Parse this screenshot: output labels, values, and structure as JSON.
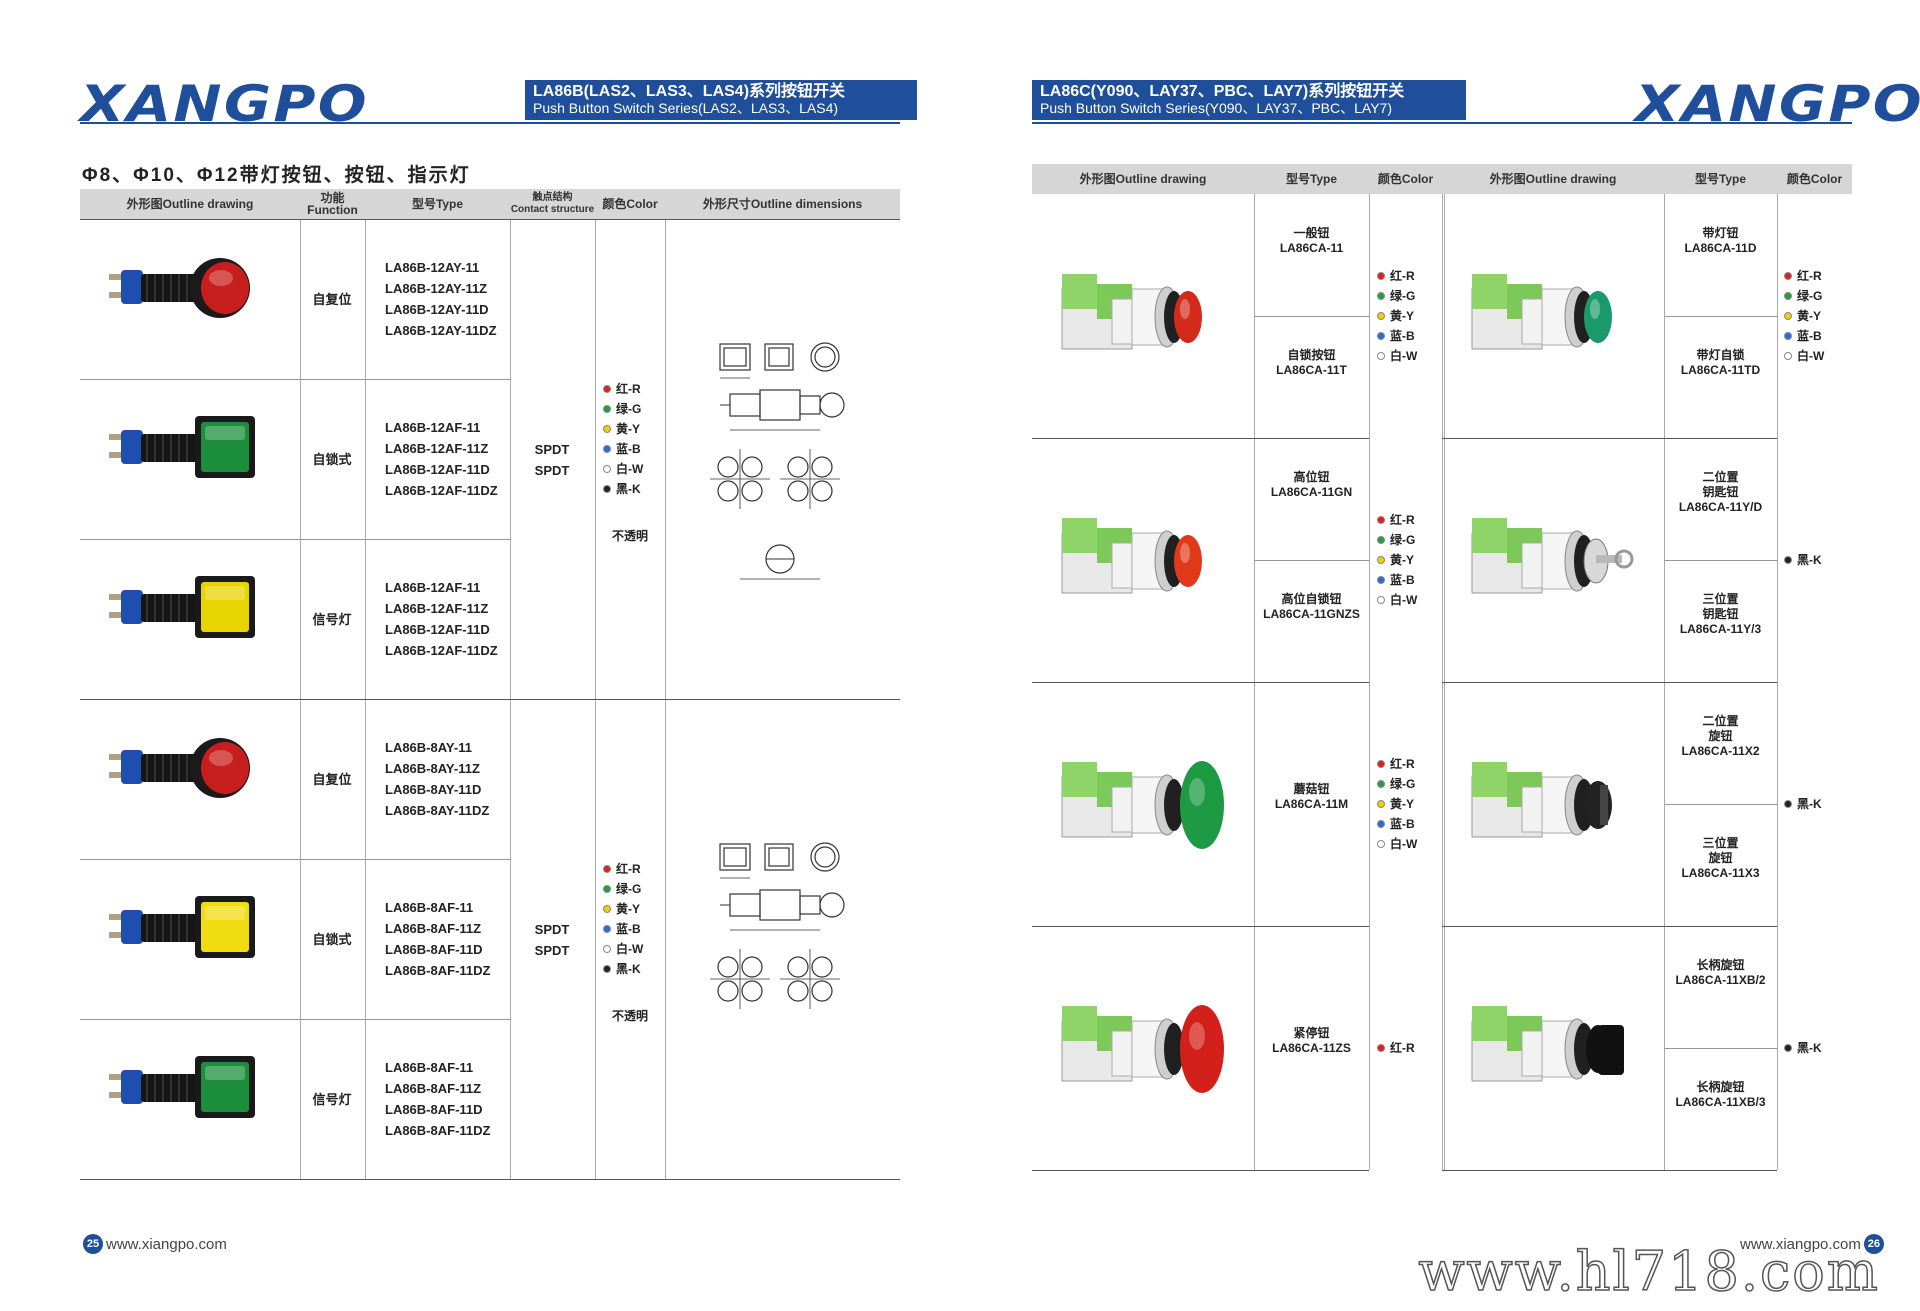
{
  "left": {
    "logo": "XANGPO",
    "banner_cn": "LA86B(LAS2、LAS3、LAS4)系列按钮开关",
    "banner_en": "Push Button Switch Series(LAS2、LAS3、LAS4)",
    "section_title": "Φ8、Φ10、Φ12带灯按钮、按钮、指示灯",
    "headers": {
      "outline": "外形图Outline drawing",
      "function": "功能\nFunction",
      "type": "型号Type",
      "contact": "触点结构\nContact structure",
      "color": "颜色Color",
      "dimensions": "外形尺寸Outline dimensions"
    },
    "rows": [
      {
        "function": "自复位",
        "types": [
          "LA86B-12AY-11",
          "LA86B-12AY-11Z",
          "LA86B-12AY-11D",
          "LA86B-12AY-11DZ"
        ]
      },
      {
        "function": "自锁式",
        "types": [
          "LA86B-12AF-11",
          "LA86B-12AF-11Z",
          "LA86B-12AF-11D",
          "LA86B-12AF-11DZ"
        ]
      },
      {
        "function": "信号灯",
        "types": [
          "LA86B-12AF-11",
          "LA86B-12AF-11Z",
          "LA86B-12AF-11D",
          "LA86B-12AF-11DZ"
        ]
      },
      {
        "function": "自复位",
        "types": [
          "LA86B-8AY-11",
          "LA86B-8AY-11Z",
          "LA86B-8AY-11D",
          "LA86B-8AY-11DZ"
        ]
      },
      {
        "function": "自锁式",
        "types": [
          "LA86B-8AF-11",
          "LA86B-8AF-11Z",
          "LA86B-8AF-11D",
          "LA86B-8AF-11DZ"
        ]
      },
      {
        "function": "信号灯",
        "types": [
          "LA86B-8AF-11",
          "LA86B-8AF-11Z",
          "LA86B-8AF-11D",
          "LA86B-8AF-11DZ"
        ]
      }
    ],
    "group_contacts": [
      [
        "SPDT",
        "SPDT"
      ],
      [
        "SPDT",
        "SPDT"
      ]
    ],
    "group_colors": [
      [
        "红-R",
        "绿-G",
        "黄-Y",
        "蓝-B",
        "白-W",
        "黑-K"
      ],
      [
        "红-R",
        "绿-G",
        "黄-Y",
        "蓝-B",
        "白-W",
        "黑-K"
      ]
    ],
    "opaque_label": "不透明",
    "footer_page": "25",
    "footer_url": "www.xiangpo.com",
    "product_colors": [
      "#c81e1e",
      "#1d8f3c",
      "#e8d400",
      "#c81e1e",
      "#f0dc10",
      "#1d8f3c"
    ]
  },
  "right": {
    "logo": "XANGPO",
    "banner_cn": "LA86C(Y090、LAY37、PBC、LAY7)系列按钮开关",
    "banner_en": "Push Button Switch Series(Y090、LAY37、PBC、LAY7)",
    "headers": {
      "outline": "外形图Outline drawing",
      "type": "型号Type",
      "color": "颜色Color"
    },
    "left_rows": [
      {
        "types": [
          [
            "一般钮",
            "LA86CA-11"
          ],
          [
            "自锁按钮",
            "LA86CA-11T"
          ]
        ],
        "colors": [
          "红-R",
          "绿-G",
          "黄-Y",
          "蓝-B",
          "白-W"
        ],
        "cap": "#d42a1a"
      },
      {
        "types": [
          [
            "高位钮",
            "LA86CA-11GN"
          ],
          [
            "高位自锁钮",
            "LA86CA-11GNZS"
          ]
        ],
        "colors": [
          "红-R",
          "绿-G",
          "黄-Y",
          "蓝-B",
          "白-W"
        ],
        "cap": "#e03a1a"
      },
      {
        "types": [
          [
            "蘑菇钮",
            "LA86CA-11M"
          ]
        ],
        "colors": [
          "红-R",
          "绿-G",
          "黄-Y",
          "蓝-B",
          "白-W"
        ],
        "cap": "#1f9a44"
      },
      {
        "types": [
          [
            "紧停钮",
            "LA86CA-11ZS"
          ]
        ],
        "colors": [
          "红-R"
        ],
        "cap": "#d4201a"
      }
    ],
    "right_rows": [
      {
        "types": [
          [
            "带灯钮",
            "LA86CA-11D"
          ],
          [
            "带灯自锁",
            "LA86CA-11TD"
          ]
        ],
        "colors": [
          "红-R",
          "绿-G",
          "黄-Y",
          "蓝-B",
          "白-W"
        ],
        "cap": "#1a9a6a"
      },
      {
        "types": [
          [
            "二位置",
            "钥匙钮",
            "LA86CA-11Y/D"
          ],
          [
            "三位置",
            "钥匙钮",
            "LA86CA-11Y/3"
          ]
        ],
        "colors": [
          "黑-K"
        ],
        "cap": "#222222"
      },
      {
        "types": [
          [
            "二位置",
            "旋钮",
            "LA86CA-11X2"
          ],
          [
            "三位置",
            "旋钮",
            "LA86CA-11X3"
          ]
        ],
        "colors": [
          "黑-K"
        ],
        "cap": "#222222"
      },
      {
        "types": [
          [
            "长柄旋钮",
            "LA86CA-11XB/2"
          ],
          [
            "长柄旋钮",
            "LA86CA-11XB/3"
          ]
        ],
        "colors": [
          "黑-K"
        ],
        "cap": "#111111"
      }
    ],
    "footer_url": "www.xiangpo.com",
    "footer_page": "26"
  },
  "watermark": "www.hl718.com",
  "palette": {
    "brand": "#1f4e9a",
    "header_bg": "#d6d6d6",
    "dot_colors": {
      "红-R": "#e02020",
      "绿-G": "#22a040",
      "黄-Y": "#f0d000",
      "蓝-B": "#2a6ad8",
      "白-W": "#ffffff",
      "黑-K": "#222222"
    }
  }
}
